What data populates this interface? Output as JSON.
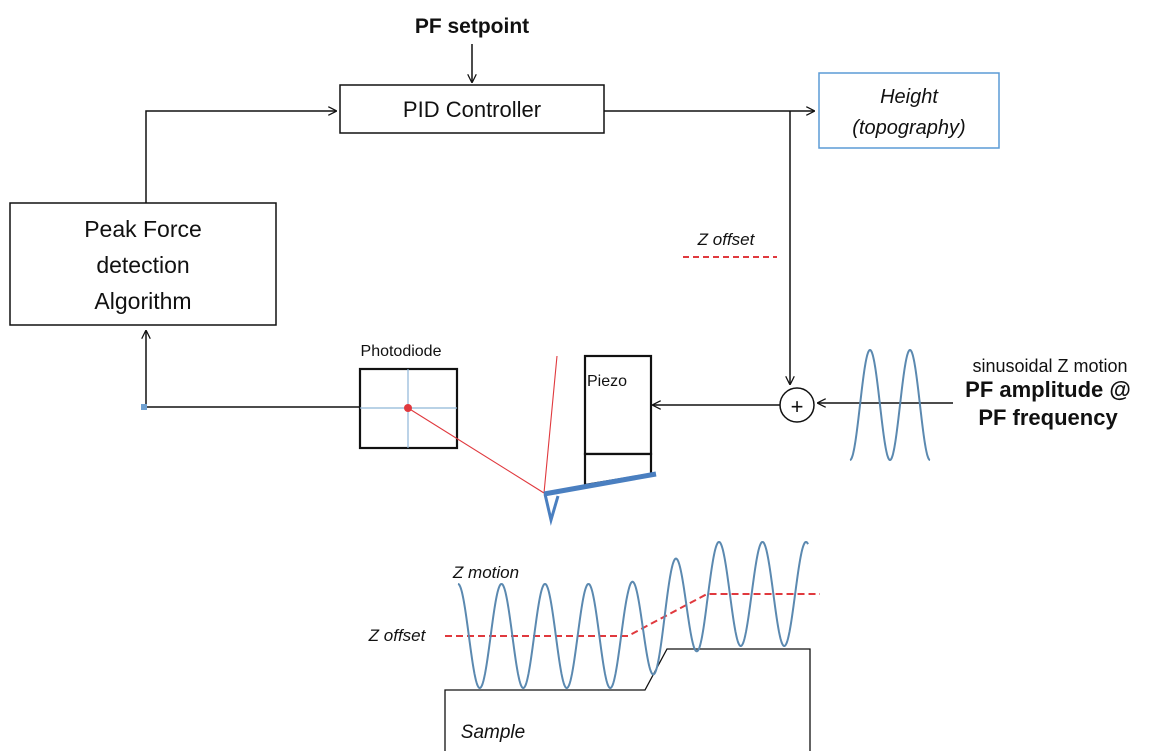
{
  "labels": {
    "pf_setpoint": "PF setpoint",
    "pid_controller": "PID Controller",
    "height_line1": "Height",
    "height_line2": "(topography)",
    "peak_line1": "Peak Force",
    "peak_line2": "detection",
    "peak_line3": "Algorithm",
    "z_offset_top": "Z offset",
    "photodiode": "Photodiode",
    "piezo": "Piezo",
    "sum": "+",
    "sinusoidal": "sinusoidal Z motion",
    "pf_amplitude": "PF amplitude @",
    "pf_frequency": "PF frequency",
    "z_motion": "Z motion",
    "z_offset_bottom": "Z offset",
    "sample": "Sample"
  },
  "colors": {
    "line": "#111111",
    "height_box": "#5b9bd5",
    "wave": "#5b89b0",
    "laser": "#e0393e",
    "dashed": "#e0393e",
    "cantilever": "#4a7fc0",
    "crosshair": "#8fb6d8"
  }
}
